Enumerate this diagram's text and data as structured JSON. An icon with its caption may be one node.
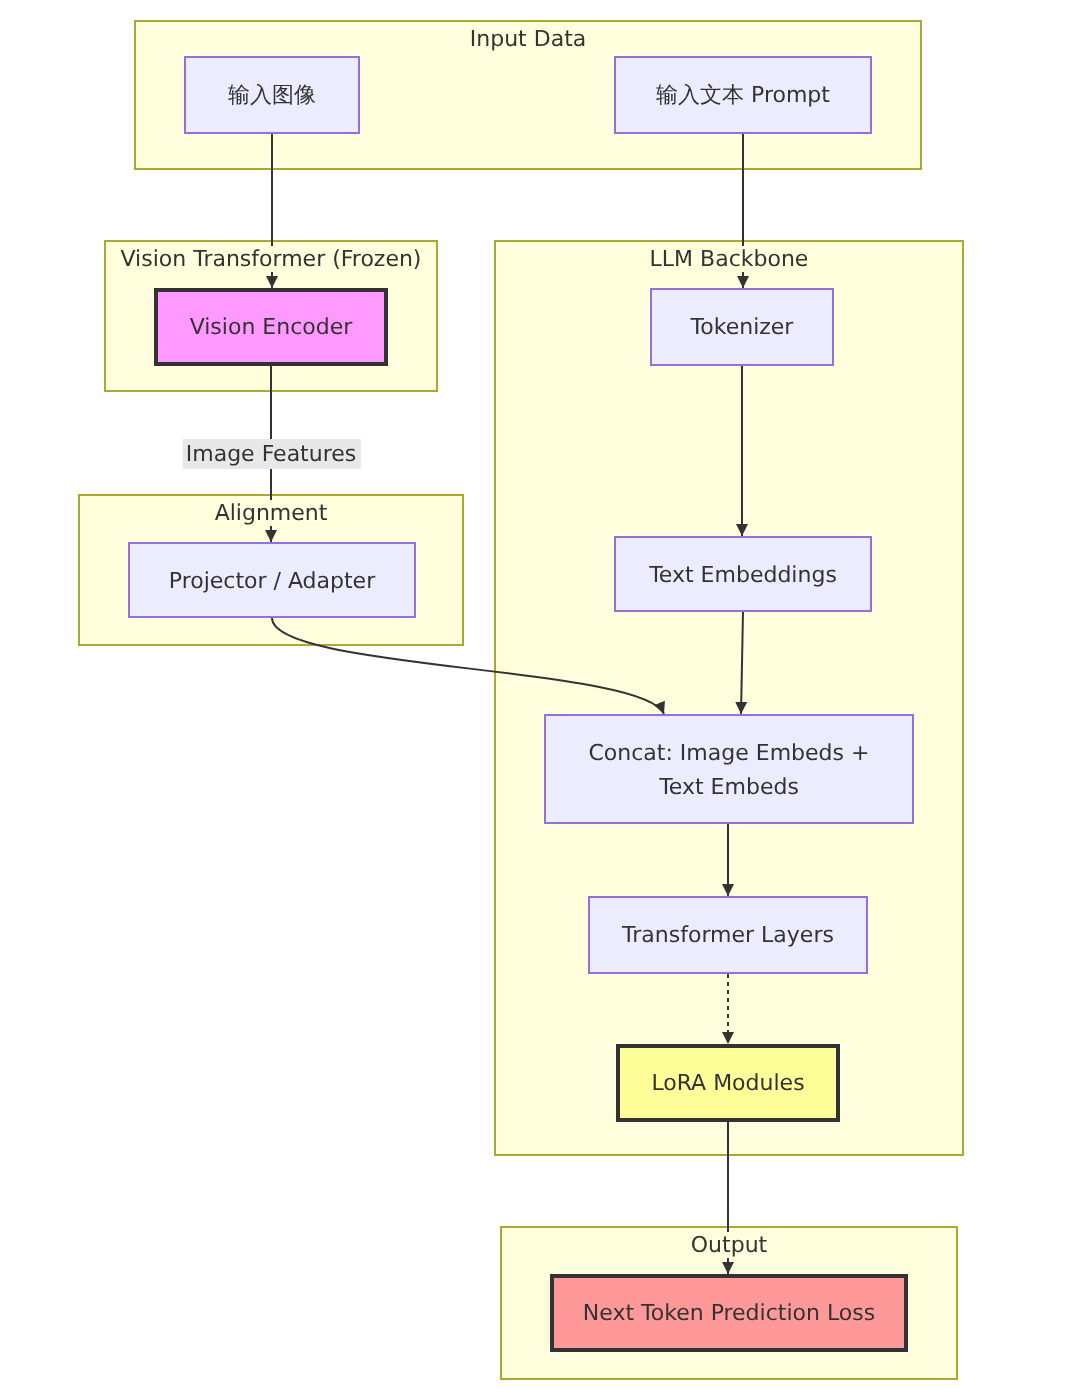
{
  "diagram": {
    "nodes": [
      {
        "text": [
          "Input Data"
        ]
      },
      {
        "text": [
          "输入图像"
        ],
        "in": 0
      },
      {
        "text": [
          "输入文本 Prompt"
        ],
        "in": 0
      },
      {
        "text": [
          "Vision Transformer (Frozen)"
        ]
      },
      {
        "text": [
          "Vision Encoder"
        ],
        "in": 3
      },
      {
        "text": [
          "LLM Backbone"
        ]
      },
      {
        "text": [
          "Tokenizer"
        ],
        "in": 5
      },
      {
        "text": [
          "Alignment"
        ]
      },
      {
        "text": [
          "Projector / Adapter"
        ],
        "in": 7
      },
      {
        "text": [
          "Text Embeddings"
        ],
        "in": 5
      },
      {
        "text": [
          "Concat: Image Embeds + Text Embeds"
        ],
        "in": 5
      },
      {
        "text": [
          "Transformer Layers"
        ],
        "in": 5
      },
      {
        "text": [
          "LoRA Modules"
        ],
        "in": 5
      },
      {
        "text": [
          "Output"
        ]
      },
      {
        "text": [
          "Next Token Prediction Loss"
        ],
        "in": 13
      }
    ],
    "edges": [
      {
        "from": 1,
        "to": 4,
        "arrow": "to"
      },
      {
        "from": 2,
        "to": 6,
        "arrow": "to"
      },
      {
        "from": 4,
        "to": 8,
        "arrow": "to",
        "label": "Image Features"
      },
      {
        "from": 6,
        "to": 9,
        "arrow": "to"
      },
      {
        "from": 8,
        "to": 10,
        "arrow": "to"
      },
      {
        "from": 9,
        "to": 10,
        "arrow": "to"
      },
      {
        "from": 10,
        "to": 11,
        "arrow": "to"
      },
      {
        "from": 11,
        "to": 12,
        "arrow": "to",
        "style": "dashed"
      },
      {
        "from": 12,
        "to": 14,
        "arrow": "to"
      }
    ]
  }
}
